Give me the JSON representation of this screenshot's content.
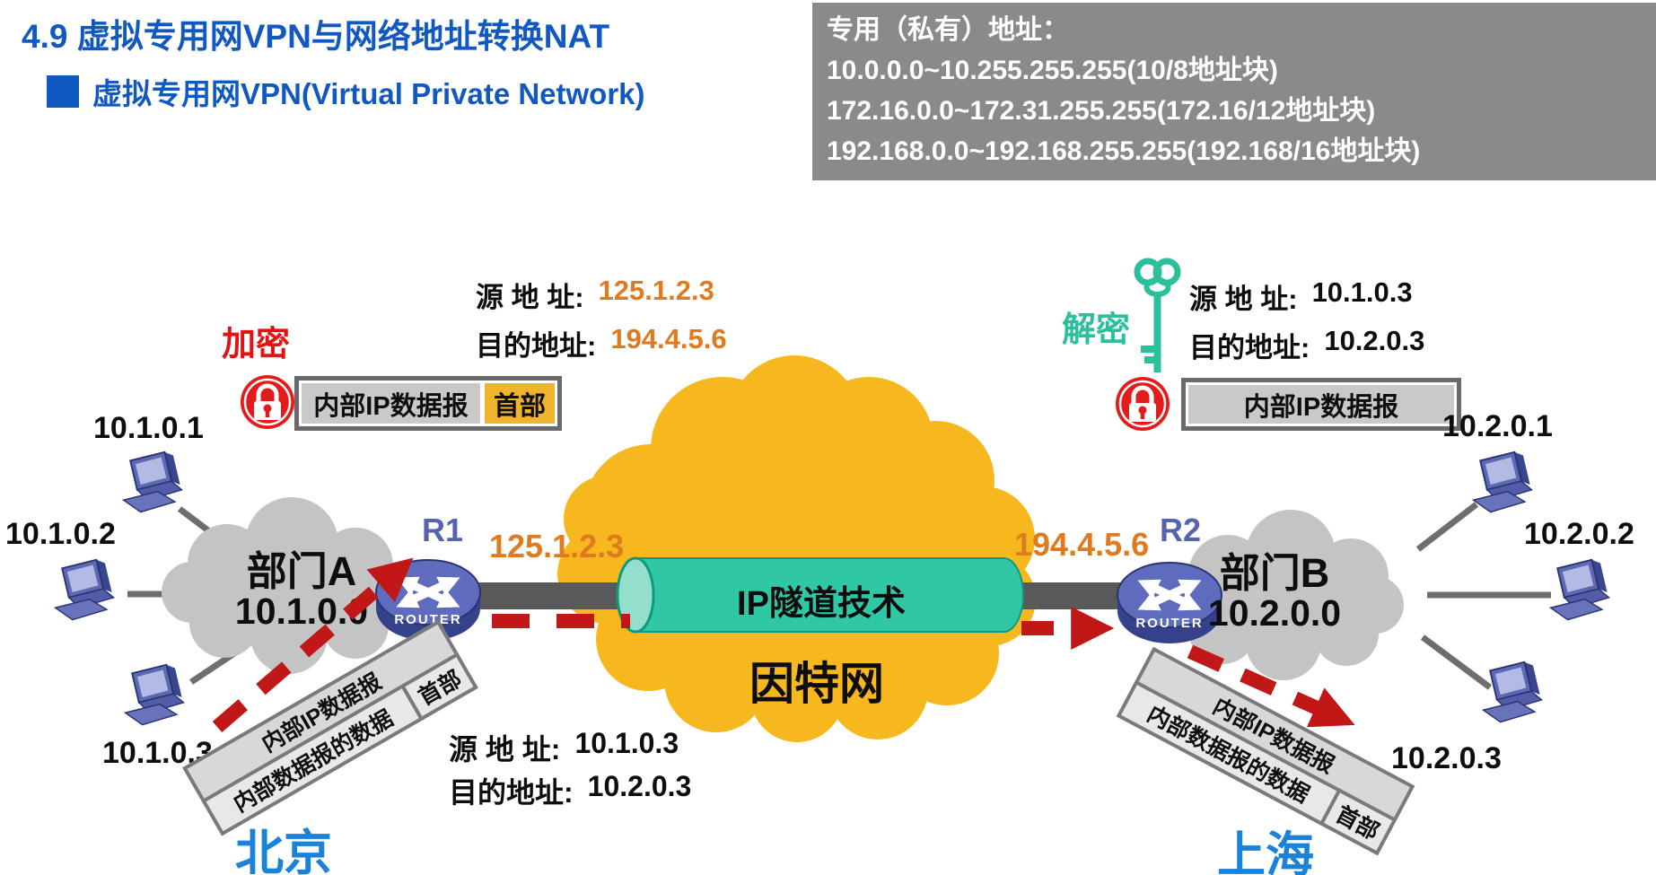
{
  "header": {
    "title": "4.9 虚拟专用网VPN与网络地址转换NAT",
    "subtitle": "虚拟专用网VPN(Virtual Private Network)"
  },
  "private_address_box": {
    "title": "专用（私有）地址：",
    "lines": [
      "10.0.0.0~10.255.255.255(10/8地址块)",
      "172.16.0.0~172.31.255.255(172.16/12地址块)",
      "192.168.0.0~192.168.255.255(192.168/16地址块)"
    ]
  },
  "encryption": {
    "label": "加密",
    "packet_body": "内部IP数据报",
    "packet_header": "首部",
    "src_label": "源 地 址:",
    "src_value": "125.1.2.3",
    "dst_label": "目的地址:",
    "dst_value": "194.4.5.6"
  },
  "decryption": {
    "label": "解密",
    "packet_body": "内部IP数据报",
    "src_label": "源 地 址:",
    "src_value": "10.1.0.3",
    "dst_label": "目的地址:",
    "dst_value": "10.2.0.3"
  },
  "inner_packet": {
    "row1": "内部IP数据报",
    "row2_data": "内部数据报的数据",
    "row2_header": "首部",
    "src_label": "源 地 址:",
    "src_value": "10.1.0.3",
    "dst_label": "目的地址:",
    "dst_value": "10.2.0.3"
  },
  "network": {
    "site_a": {
      "cloud_label": "部门A",
      "subnet": "10.1.0.0",
      "router_name": "R1",
      "router_caption": "ROUTER",
      "router_ip": "125.1.2.3",
      "city": "北京",
      "hosts": [
        "10.1.0.1",
        "10.1.0.2",
        "10.1.0.3"
      ]
    },
    "site_b": {
      "cloud_label": "部门B",
      "subnet": "10.2.0.0",
      "router_name": "R2",
      "router_caption": "ROUTER",
      "router_ip": "194.4.5.6",
      "city": "上海",
      "hosts": [
        "10.2.0.1",
        "10.2.0.2",
        "10.2.0.3"
      ]
    },
    "internet": {
      "label": "因特网",
      "tunnel_label": "IP隧道技术"
    }
  },
  "colors": {
    "title_blue": "#1159C1",
    "orange": "#DF7B1E",
    "red": "#E31313",
    "arrow_red": "#C21717",
    "teal": "#2BBF9B",
    "tunnel_teal": "#30C7A5",
    "internet_yellow": "#F6B81E",
    "cloud_gray": "#C4C4C4",
    "city_blue": "#1A82D8",
    "header_yellow": "#EFB32C"
  }
}
